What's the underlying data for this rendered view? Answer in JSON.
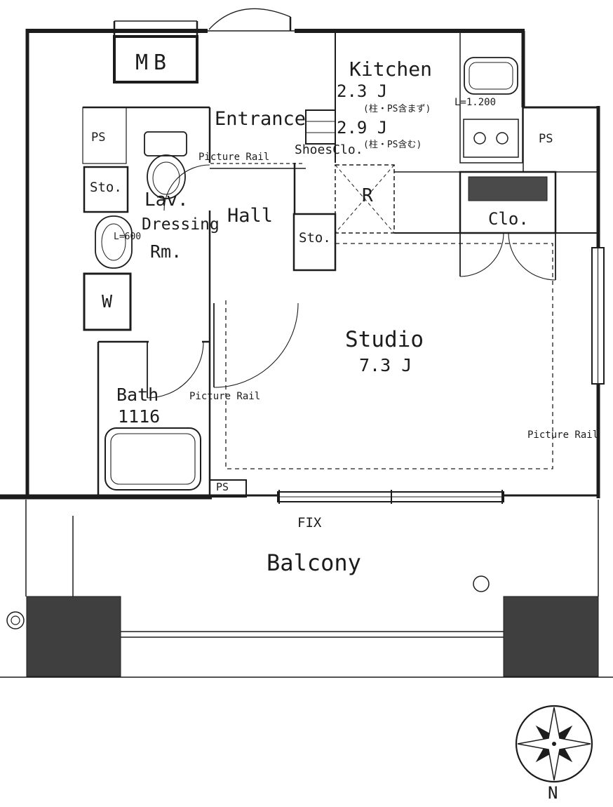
{
  "colors": {
    "line": "#1c1c1c",
    "background": "#ffffff",
    "dark_block": "#3f3f3f",
    "closet_shelf": "#4a4a4a"
  },
  "rooms": {
    "mb": "MB",
    "entrance": "Entrance",
    "hall": "Hall",
    "kitchen": "Kitchen",
    "lav": "Lav.",
    "dressing_line1": "Dressing",
    "dressing_line2": "Rm.",
    "bath": "Bath",
    "bath_size": "1116",
    "studio": "Studio",
    "studio_size": "7.3 J",
    "balcony": "Balcony",
    "clo": "Clo.",
    "shoes_clo": "ShoesClo.",
    "sto_left": "Sto.",
    "sto_hall": "Sto.",
    "washer": "W",
    "fridge": "R"
  },
  "kitchen_info": {
    "size_excl": "2.3 J",
    "note_excl": "(柱・PS含まず)",
    "size_incl": "2.9 J",
    "note_incl": "(柱・PS含む)",
    "counter_length": "L=1.200"
  },
  "annotations": {
    "ps_top_left": "PS",
    "ps_top_right": "PS",
    "ps_bottom": "PS",
    "picture_rail_top": "Picture Rail",
    "picture_rail_left": "Picture Rail",
    "picture_rail_right": "Picture Rail",
    "basin_length": "L=600",
    "fix_window": "FIX",
    "compass_north": "N"
  }
}
